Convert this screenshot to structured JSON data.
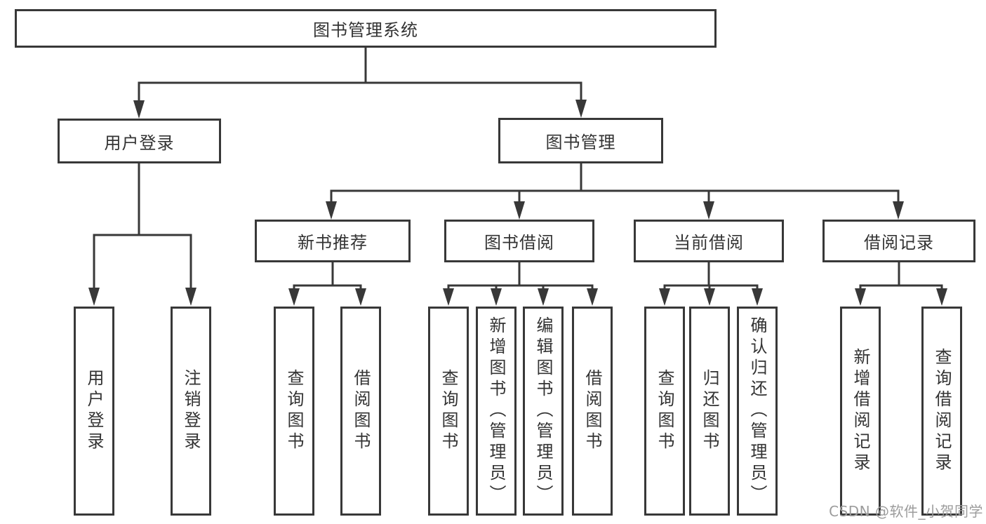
{
  "diagram_title": "图书管理系统",
  "tree": {
    "root": {
      "label": "图书管理系统",
      "children": [
        {
          "label": "用户登录",
          "children": [
            {
              "label": "用户登录"
            },
            {
              "label": "注销登录"
            }
          ]
        },
        {
          "label": "图书管理",
          "children": [
            {
              "label": "新书推荐",
              "children": [
                {
                  "label": "查询图书"
                },
                {
                  "label": "借阅图书"
                }
              ]
            },
            {
              "label": "图书借阅",
              "children": [
                {
                  "label": "查询图书"
                },
                {
                  "label": "新增图书（管理员）"
                },
                {
                  "label": "编辑图书（管理员）"
                },
                {
                  "label": "借阅图书"
                }
              ]
            },
            {
              "label": "当前借阅",
              "children": [
                {
                  "label": "查询图书"
                },
                {
                  "label": "归还图书"
                },
                {
                  "label": "确认归还（管理员）"
                }
              ]
            },
            {
              "label": "借阅记录",
              "children": [
                {
                  "label": "新增借阅记录"
                },
                {
                  "label": "查询借阅记录"
                }
              ]
            }
          ]
        }
      ]
    }
  },
  "watermark": {
    "text": "CSDN @软件_小贺同学"
  },
  "colors": {
    "line": "#383838",
    "text": "#333333",
    "background": "#ffffff",
    "watermark": "#9c9c9c"
  }
}
